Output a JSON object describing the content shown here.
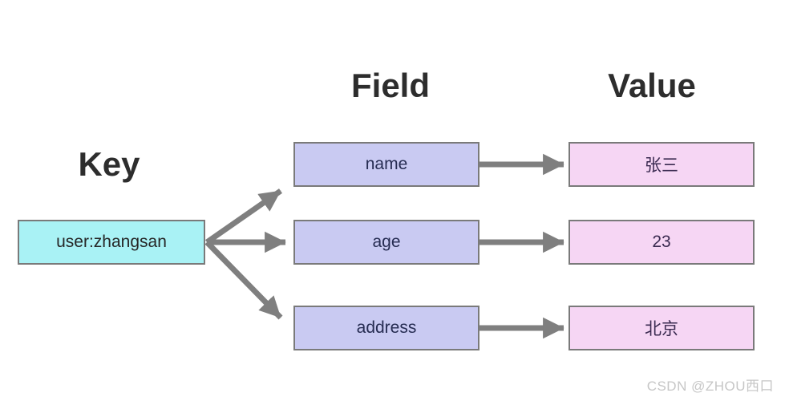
{
  "headers": {
    "key": "Key",
    "field": "Field",
    "value": "Value"
  },
  "key_node": {
    "label": "user:zhangsan"
  },
  "rows": [
    {
      "field": "name",
      "value": "张三"
    },
    {
      "field": "age",
      "value": "23"
    },
    {
      "field": "address",
      "value": "北京"
    }
  ],
  "watermark": "CSDN @ZHOU西口",
  "colors": {
    "key_fill": "#a9f2f5",
    "field_fill": "#c9caf2",
    "value_fill": "#f6d6f4",
    "box_border": "#7a7a7a",
    "arrow": "#7f7f7f",
    "heading_text": "#2d2d2d",
    "key_text": "#262626",
    "field_text": "#262c52",
    "value_text": "#3a2a50",
    "watermark_text": "#c6c6c6"
  }
}
